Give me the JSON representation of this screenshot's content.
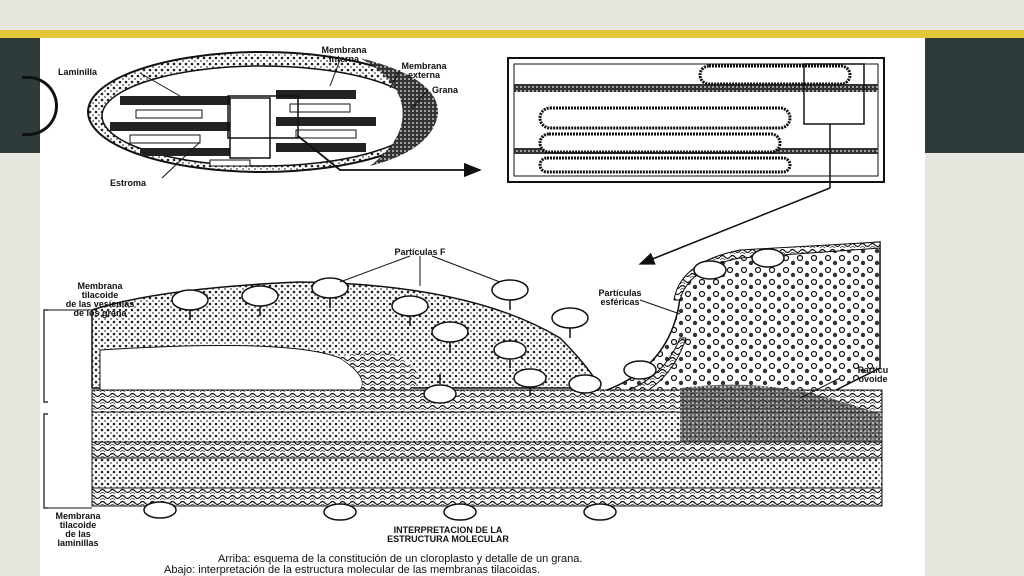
{
  "slide": {
    "colors": {
      "background": "#e6e8e0",
      "accent": "#e2c739",
      "panel": "#2f3b3a"
    }
  },
  "figure": {
    "top_labels": {
      "laminilla": "Laminilla",
      "membrana_interna": "Membrana\ninterna",
      "membrana_externa": "Membrana\nexterna",
      "grana": "Grana",
      "estroma": "Estroma"
    },
    "bottom_labels": {
      "particulas_f": "Partículas F",
      "membrana_tilacoide_grana": "Membrana\ntilacoide\nde las vesículas\nde los grana",
      "particulas_esfericas": "Partículas\nesféricas",
      "particula_ovoide": "Partícu\novoide",
      "membrana_tilacoide_laminillas": "Membrana\ntilacoide\nde las\nlaminillas",
      "interpretacion": "INTERPRETACION DE LA\nESTRUCTURA MOLECULAR"
    },
    "caption": {
      "line1": "Arriba: esquema de la constitución de un cloroplasto y detalle de un  grana.",
      "line2": "Abajo: interpretación de la estructura molecular de las membranas tilacoidas."
    }
  }
}
